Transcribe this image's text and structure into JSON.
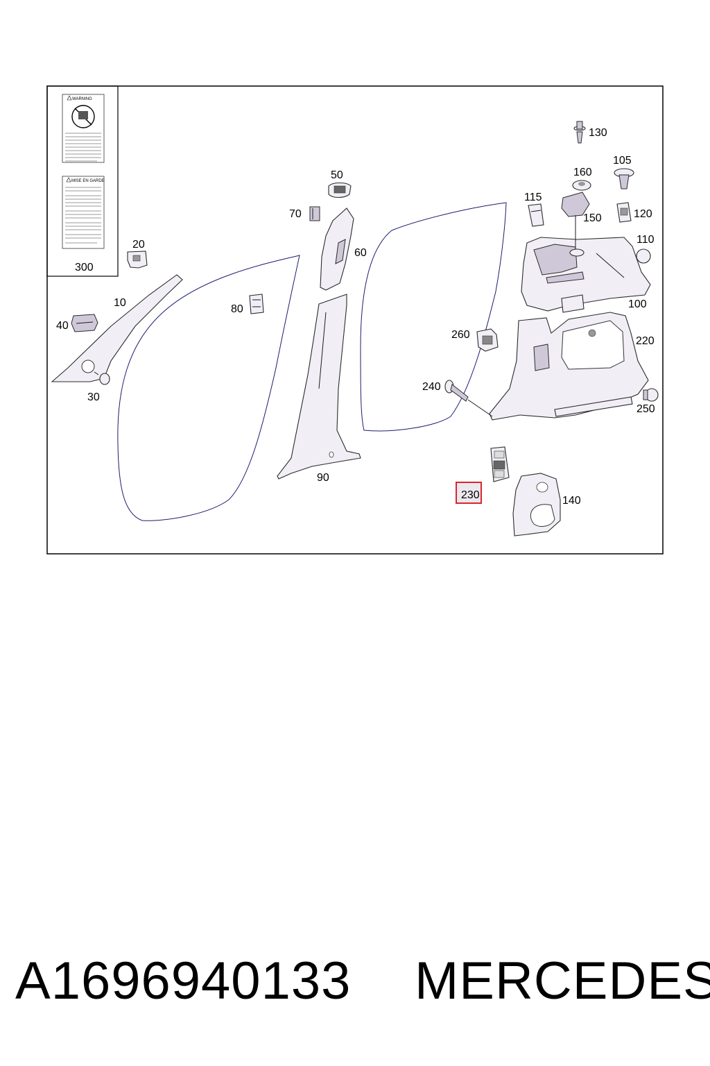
{
  "diagram": {
    "callouts": [
      "10",
      "20",
      "30",
      "40",
      "50",
      "60",
      "70",
      "80",
      "90",
      "100",
      "105",
      "110",
      "115",
      "120",
      "130",
      "140",
      "150",
      "160",
      "220",
      "230",
      "240",
      "250",
      "260",
      "300"
    ],
    "highlighted_callout": "230",
    "highlight_color": "#d9262c",
    "warning_label": {
      "warning_title": "WARNING",
      "mise_title": "MISE EN GARDE"
    }
  },
  "footer": {
    "part_number": "A1696940133",
    "brand": "MERCEDES"
  }
}
